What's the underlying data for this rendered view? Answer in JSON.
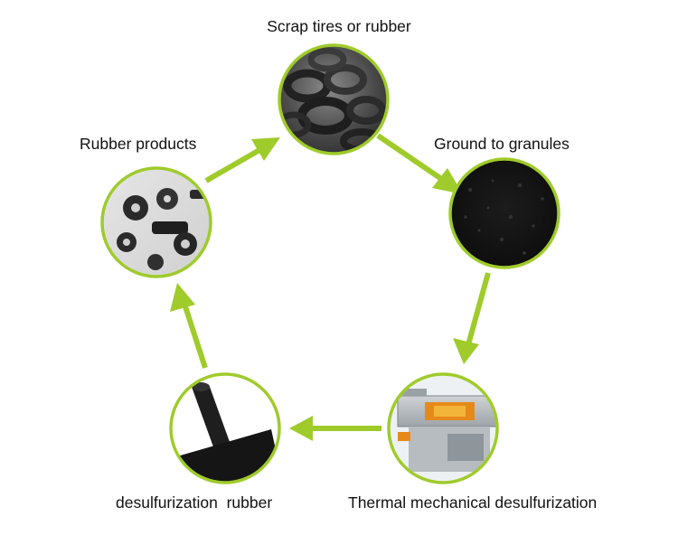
{
  "diagram": {
    "accent_color": "#9fcb2b",
    "stages": [
      {
        "label": "Scrap tires or rubber",
        "icon": "scrap-tires-photo"
      },
      {
        "label": "Ground to granules",
        "icon": "rubber-granules-photo"
      },
      {
        "label": "Thermal mechanical desulfurization",
        "icon": "extruder-machine-photo"
      },
      {
        "label": "desulfurization  rubber",
        "icon": "rubber-sheet-roll-photo"
      },
      {
        "label": "Rubber products",
        "icon": "rubber-parts-photo"
      }
    ]
  }
}
